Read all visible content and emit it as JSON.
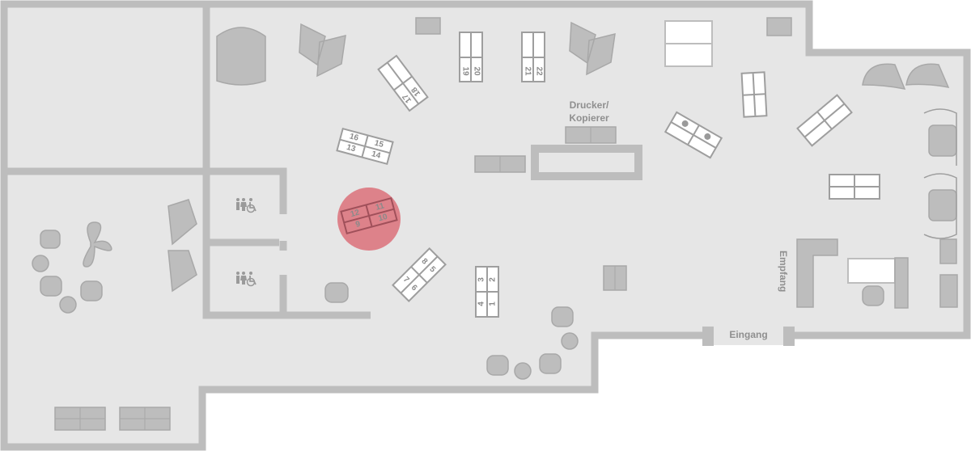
{
  "labels": {
    "printer_line1": "Drucker/",
    "printer_line2": "Kopierer",
    "reception": "Empfang",
    "entrance": "Eingang"
  },
  "desks": {
    "group_1_4": [
      "1",
      "2",
      "3",
      "4"
    ],
    "group_5_8": [
      "5",
      "6",
      "7",
      "8"
    ],
    "group_9_12": [
      "9",
      "10",
      "11",
      "12"
    ],
    "group_13_16": [
      "13",
      "14",
      "15",
      "16"
    ],
    "group_17_18": [
      "17",
      "18"
    ],
    "group_19_20": [
      "19",
      "20"
    ],
    "group_21_22": [
      "21",
      "22"
    ]
  },
  "selected_group": "group_9_12",
  "colors": {
    "highlight": "#d9606b",
    "wall": "#bdbdbd",
    "floor": "#e6e6e6"
  },
  "icons": [
    "wc-icon",
    "wheelchair-icon"
  ]
}
